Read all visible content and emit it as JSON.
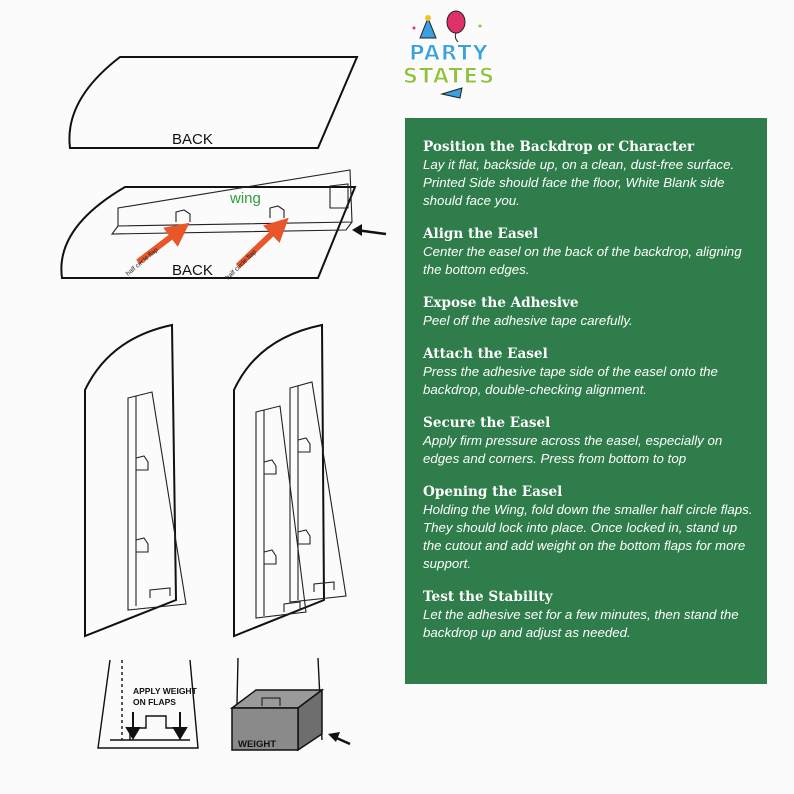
{
  "logo": {
    "line1": "PARTY",
    "line2": "STATES",
    "line1_color": "#3aa0e0",
    "line2_color": "#8fc33c"
  },
  "labels": {
    "back_top": "BACK",
    "back_bottom": "BACK",
    "wing": "wing",
    "flap_left": "half circle flap",
    "flap_right": "half circle flap",
    "apply_weight_line1": "APPLY WEIGHT",
    "apply_weight_line2": "ON FLAPS",
    "weight": "WEIGHT"
  },
  "colors": {
    "panel": "#2e7d4a",
    "arrow": "#e8562a",
    "wing_text": "#2f9e3e"
  },
  "steps": [
    {
      "title": "Position the Backdrop or Character",
      "body": "Lay it flat, backside up, on a clean, dust-free surface. Printed Side should face the floor, White Blank side should face you."
    },
    {
      "title": "Align the Easel",
      "body": "Center the easel on the back of the backdrop, aligning the bottom edges."
    },
    {
      "title": "Expose the Adhesive",
      "body": "Peel off the adhesive tape carefully."
    },
    {
      "title": "Attach the Easel",
      "body": "Press the adhesive tape side of the easel onto the backdrop, double-checking alignment."
    },
    {
      "title": "Secure the Easel",
      "body": "Apply firm pressure across the easel, especially on edges and corners. Press from bottom to top"
    },
    {
      "title": "Opening the Easel",
      "body": "Holding the Wing, fold down the smaller half circle flaps. They should lock into place. Once locked in, stand up the cutout and add weight on the bottom flaps for more support."
    },
    {
      "title": "Test the Stability",
      "body": "Let the adhesive set for a few minutes, then stand the backdrop up and adjust as needed."
    }
  ]
}
